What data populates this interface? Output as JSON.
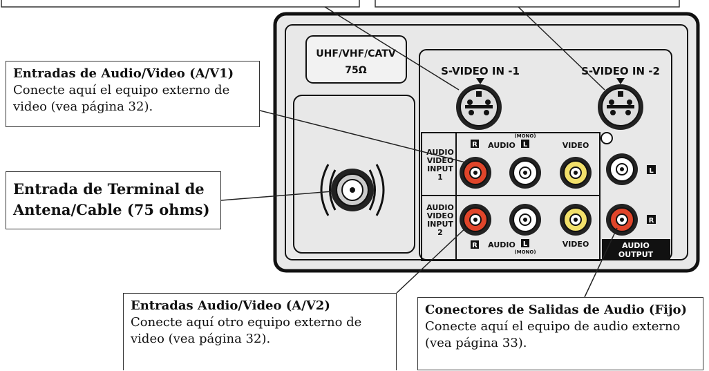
{
  "panel": {
    "antenna_label_1": "UHF/VHF/CATV",
    "antenna_label_2": "75Ω",
    "svideo_1": "S-VIDEO IN -1",
    "svideo_2": "S-VIDEO IN -2",
    "av1_label": [
      "AUDIO",
      "VIDEO",
      "INPUT",
      "1"
    ],
    "av2_label": [
      "AUDIO",
      "VIDEO",
      "INPUT",
      "2"
    ],
    "audio": "AUDIO",
    "video": "VIDEO",
    "mono": "(MONO)",
    "r": "R",
    "l": "L",
    "audio_output": [
      "AUDIO",
      "OUTPUT"
    ]
  },
  "callouts": {
    "av1": {
      "title": "Entradas de Audio/Video (A/V1)",
      "body": [
        "Conecte aquí el equipo externo de",
        "video (vea página 32)."
      ]
    },
    "antenna": {
      "title": [
        "Entrada de Terminal de",
        "Antena/Cable (75 ohms)"
      ]
    },
    "av2": {
      "title": "Entradas Audio/Video (A/V2)",
      "body": [
        "Conecte aquí otro equipo externo de",
        "video (vea página 32)."
      ]
    },
    "audio_out": {
      "title": "Conectores de Salidas de Audio (Fijo)",
      "body": [
        "Conecte aquí el equipo de audio externo",
        "(vea página 33)."
      ]
    }
  },
  "colors": {
    "red_jack": "#e0452a",
    "white_jack": "#ffffff",
    "yellow_jack": "#f2e06a",
    "panel_bg": "#e8e8e8",
    "line": "#222222"
  }
}
